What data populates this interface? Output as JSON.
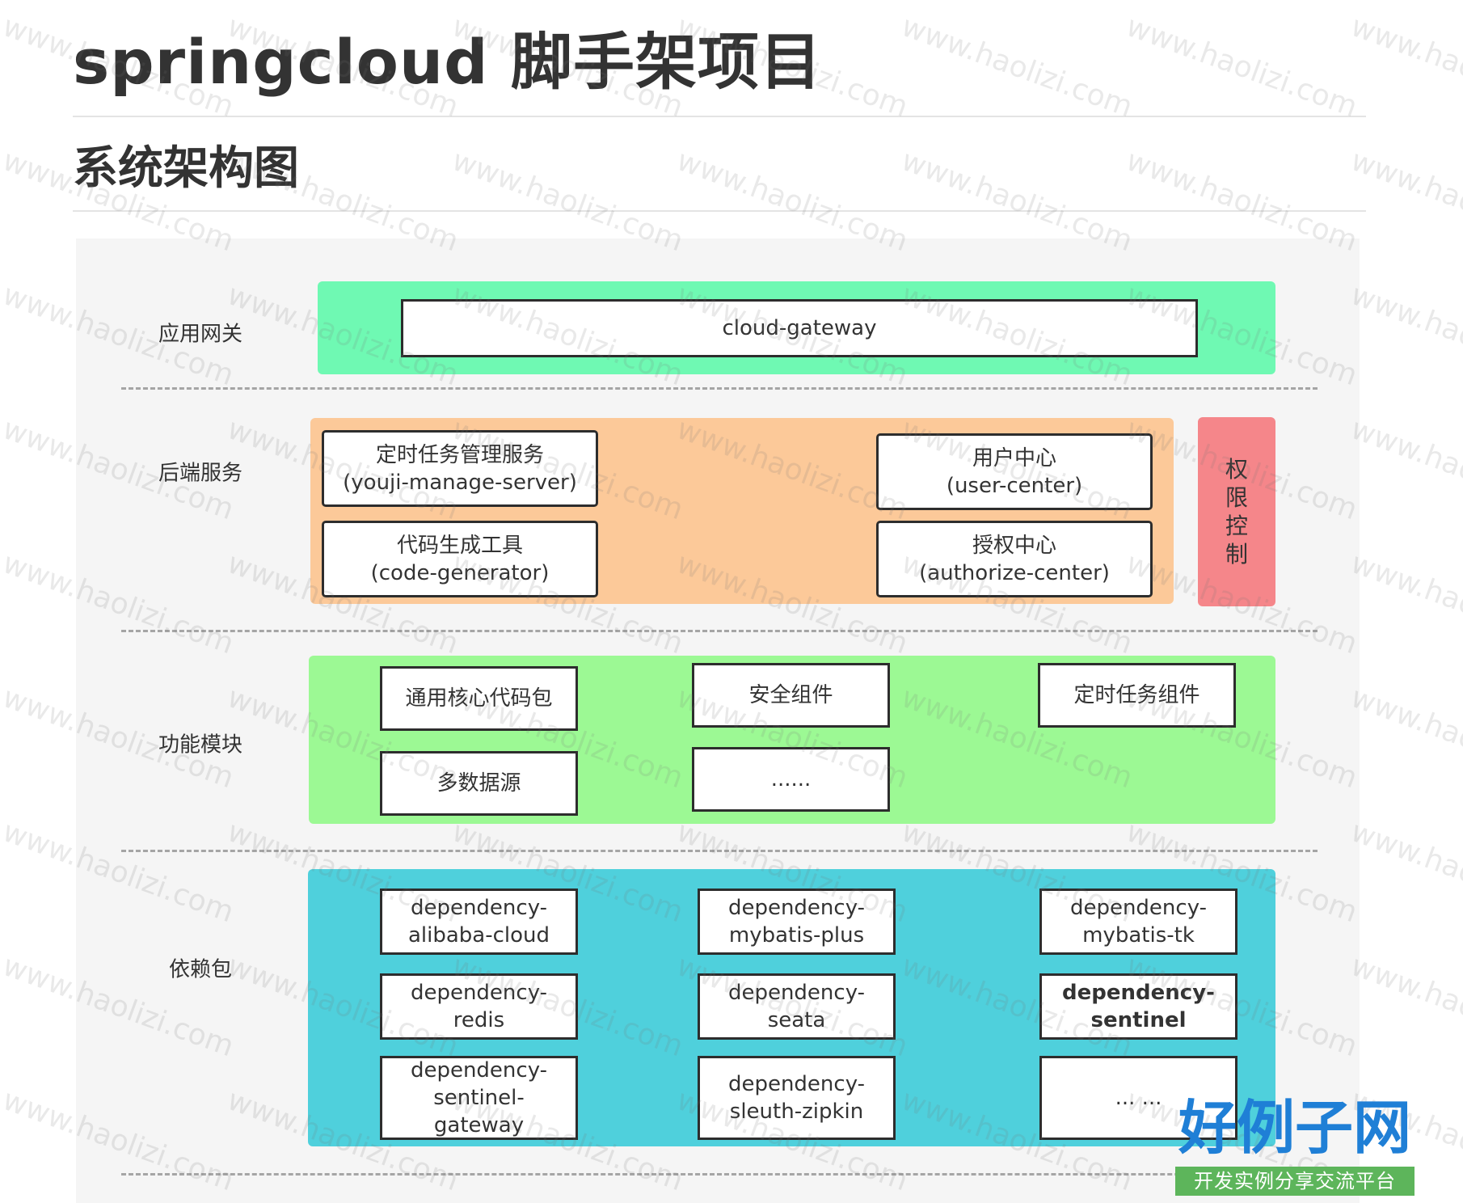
{
  "page": {
    "title": "springcloud 脚手架项目",
    "subtitle": "系统架构图"
  },
  "diagram": {
    "layers": {
      "gateway": {
        "label": "应用网关"
      },
      "backend": {
        "label": "后端服务"
      },
      "function": {
        "label": "功能模块"
      },
      "dependency": {
        "label": "依赖包"
      }
    },
    "nodes": {
      "cloud_gateway": [
        "cloud-gateway"
      ],
      "task_manage": [
        "定时任务管理服务",
        "(youji-manage-server)"
      ],
      "code_generator": [
        "代码生成工具",
        "(code-generator)"
      ],
      "user_center": [
        "用户中心",
        "(user-center)"
      ],
      "authorize_center": [
        "授权中心",
        "(authorize-center)"
      ],
      "core_package": [
        "通用核心代码包"
      ],
      "multi_datasource": [
        "多数据源"
      ],
      "security": [
        "安全组件"
      ],
      "func_more": [
        "......"
      ],
      "scheduled_task": [
        "定时任务组件"
      ],
      "dep_alibaba_cloud": [
        "dependency-",
        "alibaba-cloud"
      ],
      "dep_redis": [
        "dependency-",
        "redis"
      ],
      "dep_sentinel_gateway": [
        "dependency-",
        "sentinel-",
        "gateway"
      ],
      "dep_mybatis_plus": [
        "dependency-",
        "mybatis-plus"
      ],
      "dep_seata": [
        "dependency-",
        "seata"
      ],
      "dep_sleuth_zipkin": [
        "dependency-",
        "sleuth-zipkin"
      ],
      "dep_mybatis_tk": [
        "dependency-",
        "mybatis-tk"
      ],
      "dep_sentinel": [
        "dependency-",
        "sentinel"
      ],
      "dep_more": [
        "... ..."
      ]
    },
    "permission": {
      "chars": [
        "权",
        "限",
        "控",
        "制"
      ]
    },
    "colors": {
      "gateway_band": "#6ff9b3",
      "backend_band": "#fcc999",
      "permission_band": "#f5868a",
      "function_band": "#9cf994",
      "dependency_band": "#4fd0dc"
    }
  },
  "watermark": {
    "text": "www.haolizi.com"
  },
  "logo": {
    "main": "好例子网",
    "sub": "开发实例分享交流平台"
  }
}
